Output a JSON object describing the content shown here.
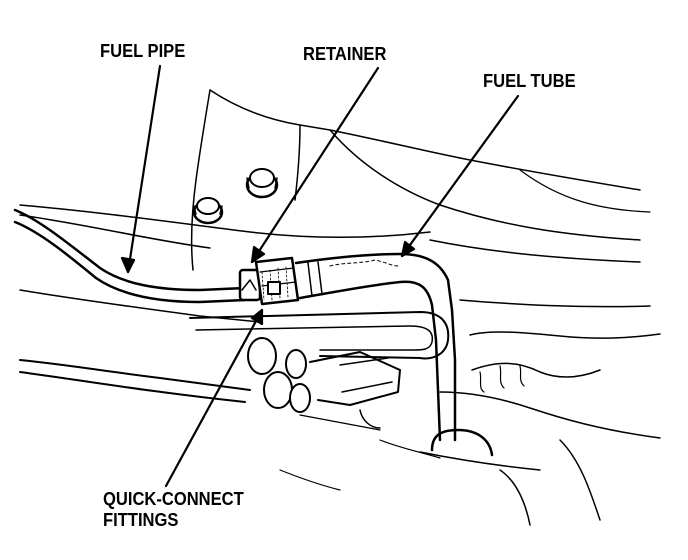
{
  "labels": {
    "fuel_pipe": "FUEL PIPE",
    "retainer": "RETAINER",
    "fuel_tube": "FUEL TUBE",
    "quick_connect_line1": "QUICK-CONNECT",
    "quick_connect_line2": "FITTINGS"
  },
  "colors": {
    "ink": "#000000",
    "paper": "#ffffff"
  }
}
